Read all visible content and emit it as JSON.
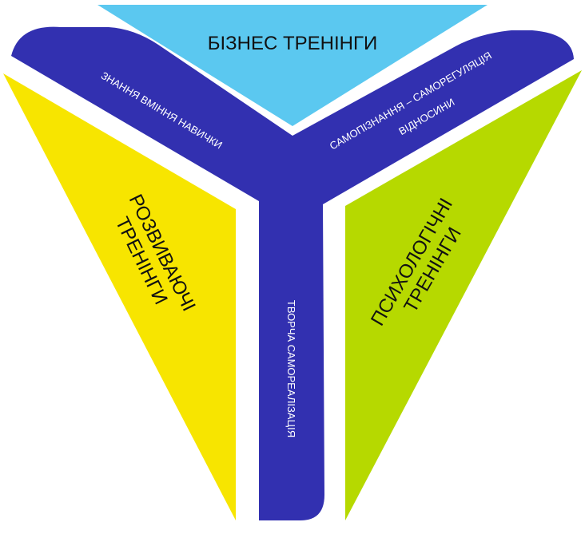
{
  "diagram": {
    "segments": {
      "business": {
        "label": "БІЗНЕС ТРЕНІНГИ",
        "color": "#5bc8f0"
      },
      "developmental": {
        "line1": "РОЗВИВАЮЧІ",
        "line2": "ТРЕНІНГИ",
        "color": "#f7e500"
      },
      "psychological": {
        "line1": "ПСИХОЛОГІЧНІ",
        "line2": "ТРЕНІНГИ",
        "color": "#b6d900"
      }
    },
    "y_shape": {
      "color": "#3230b0",
      "left_arm_text": "ЗНАННЯ ВМІННЯ НАВИЧКИ",
      "right_arm_text_line1": "САМОПІЗНАННЯ – САМОРЕГУЛЯЦІЯ",
      "right_arm_text_line2": "ВІДНОСИНИ",
      "stem_text": "ТВОРЧА САМОРЕАЛІЗАЦІЯ"
    }
  }
}
